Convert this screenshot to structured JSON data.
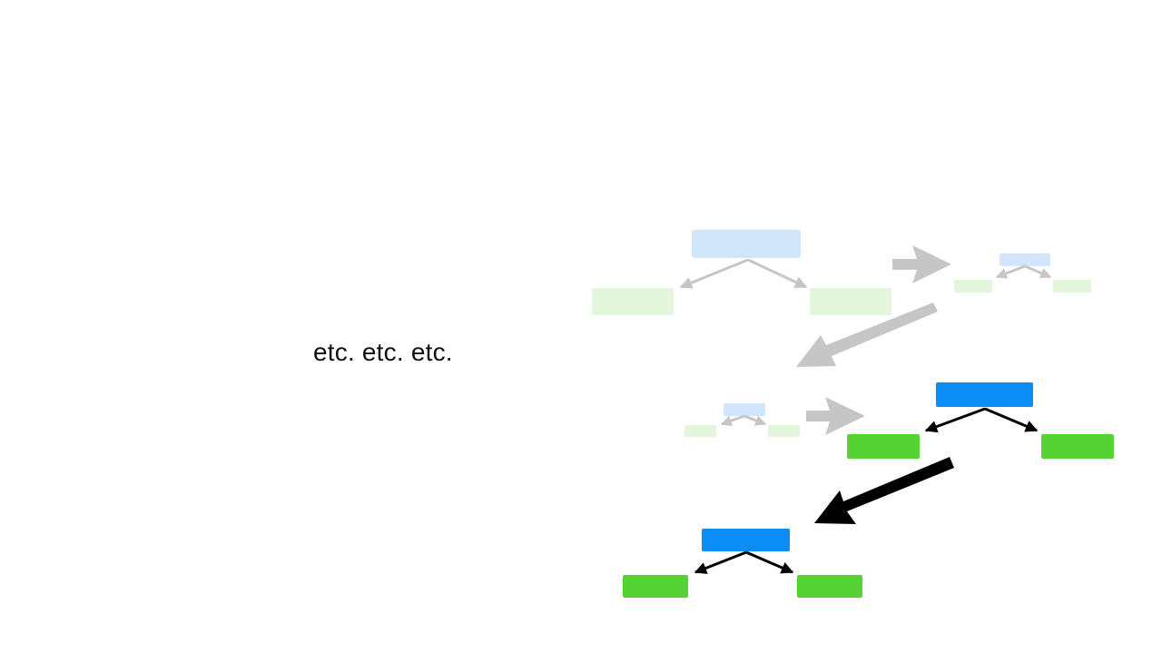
{
  "slide": {
    "caption": "etc. etc. etc."
  },
  "colors": {
    "parent_node": "#0a8ef5",
    "child_node": "#56d235",
    "parent_node_faded": "#d2e6fb",
    "child_node_faded": "#e2f6dc",
    "edge": "#000000",
    "edge_faded": "#c6c6c6",
    "background": "#ffffff"
  },
  "diagram": {
    "description_icons": [
      "tree-node-icon",
      "arrow-icon"
    ],
    "trees": [
      {
        "name": "tree-large-faded",
        "state": "faded"
      },
      {
        "name": "tree-small-faded-top-right",
        "state": "faded"
      },
      {
        "name": "tree-small-faded-middle",
        "state": "faded"
      },
      {
        "name": "tree-highlighted-right",
        "state": "active"
      },
      {
        "name": "tree-highlighted-bottom",
        "state": "active"
      }
    ],
    "flow_arrows": [
      {
        "name": "flow-arrow-1",
        "state": "faded",
        "direction": "right"
      },
      {
        "name": "flow-arrow-2",
        "state": "faded",
        "direction": "down-left"
      },
      {
        "name": "flow-arrow-3",
        "state": "faded",
        "direction": "right"
      },
      {
        "name": "flow-arrow-4",
        "state": "active",
        "direction": "down-left"
      }
    ]
  }
}
